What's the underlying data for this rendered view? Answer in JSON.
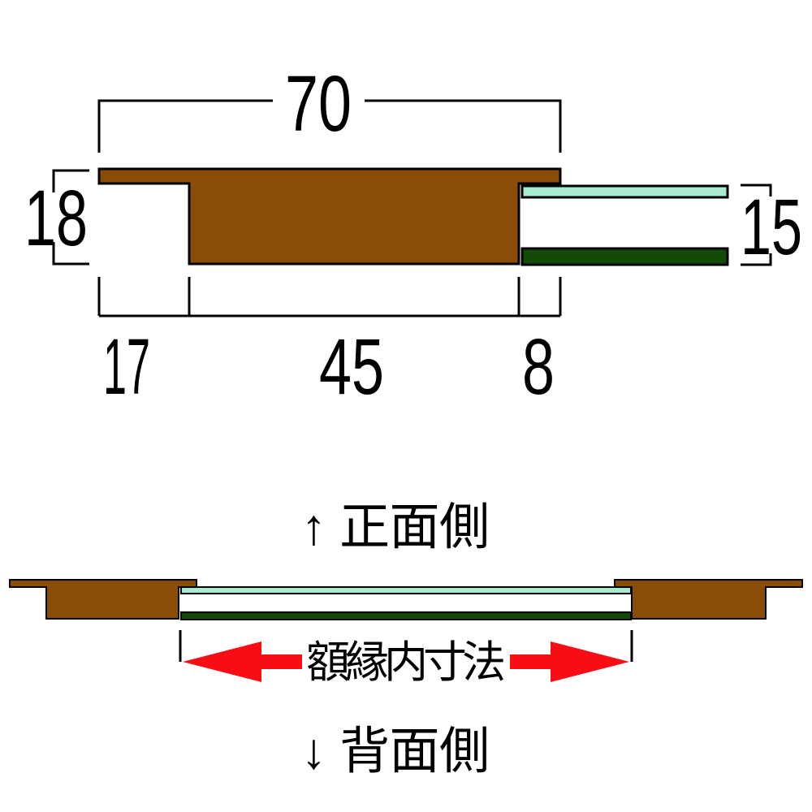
{
  "colors": {
    "frame_brown": "#8a4d08",
    "glass_cyan": "#a8eccf",
    "backing_green": "#134a08",
    "arrow_red": "#f90d15",
    "line_black": "#000000"
  },
  "top_section": {
    "dim_width_total": "70",
    "dim_height_overall": "18",
    "dim_height_right": "15",
    "dim_seg_left": "17",
    "dim_seg_mid": "45",
    "dim_seg_right": "8"
  },
  "middle": {
    "front_label": "↑ 正面側"
  },
  "bottom_section": {
    "inner_dim_label": "額縁内寸法",
    "back_label": "↓ 背面側"
  }
}
